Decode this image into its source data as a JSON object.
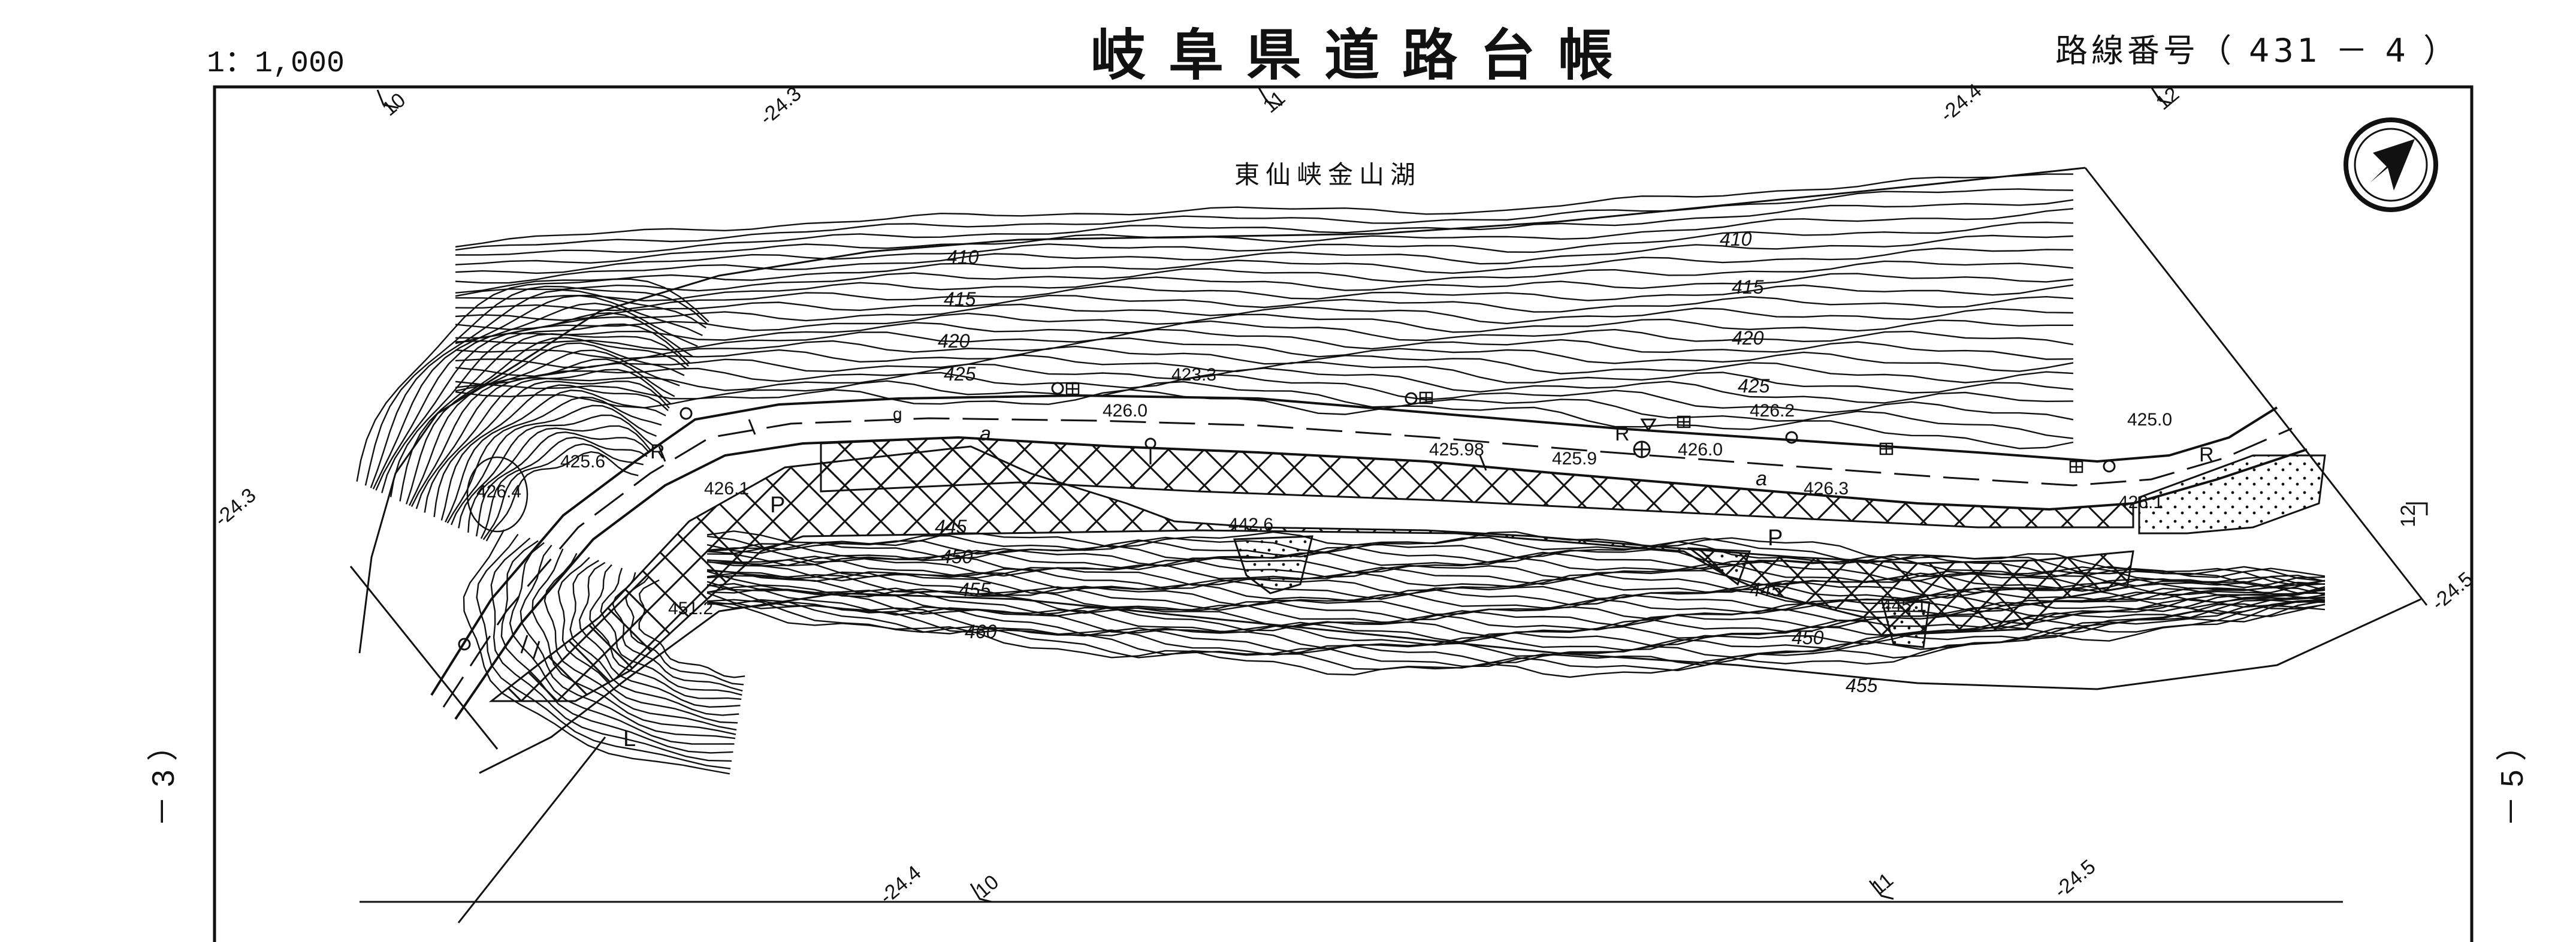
{
  "header": {
    "title": "岐阜県道路台帳",
    "scale": "1：1,000",
    "route_number": "路線番号（ 431 － 4 ）"
  },
  "sheet_links": {
    "left": "－ 3 ）",
    "right": "－ 5 ）"
  },
  "map": {
    "lake_name": "東仙峡金山湖",
    "station_labels": [
      "10",
      "-24.3",
      "11",
      "-24.4",
      "12",
      "-24.3",
      "12",
      "-24.5",
      "-24.4",
      "10",
      "11",
      "-24.5"
    ],
    "contour_labels": [
      "410",
      "415",
      "420",
      "425",
      "410",
      "415",
      "420",
      "425",
      "445",
      "450",
      "455",
      "460",
      "445",
      "450",
      "455"
    ],
    "elevations": [
      "423.3",
      "426.0",
      "425.98",
      "425.9",
      "426.0",
      "426.2",
      "425.0",
      "426.3",
      "426.1",
      "425.6",
      "426.1",
      "426.4",
      "442.6",
      "451.2",
      "445.1"
    ],
    "feature_letters": [
      "R",
      "R",
      "R",
      "a",
      "a",
      "P",
      "P",
      "L",
      "g"
    ],
    "north_arrow": "north-arrow-icon"
  },
  "colors": {
    "line": "#111111",
    "background": "#ffffff"
  }
}
